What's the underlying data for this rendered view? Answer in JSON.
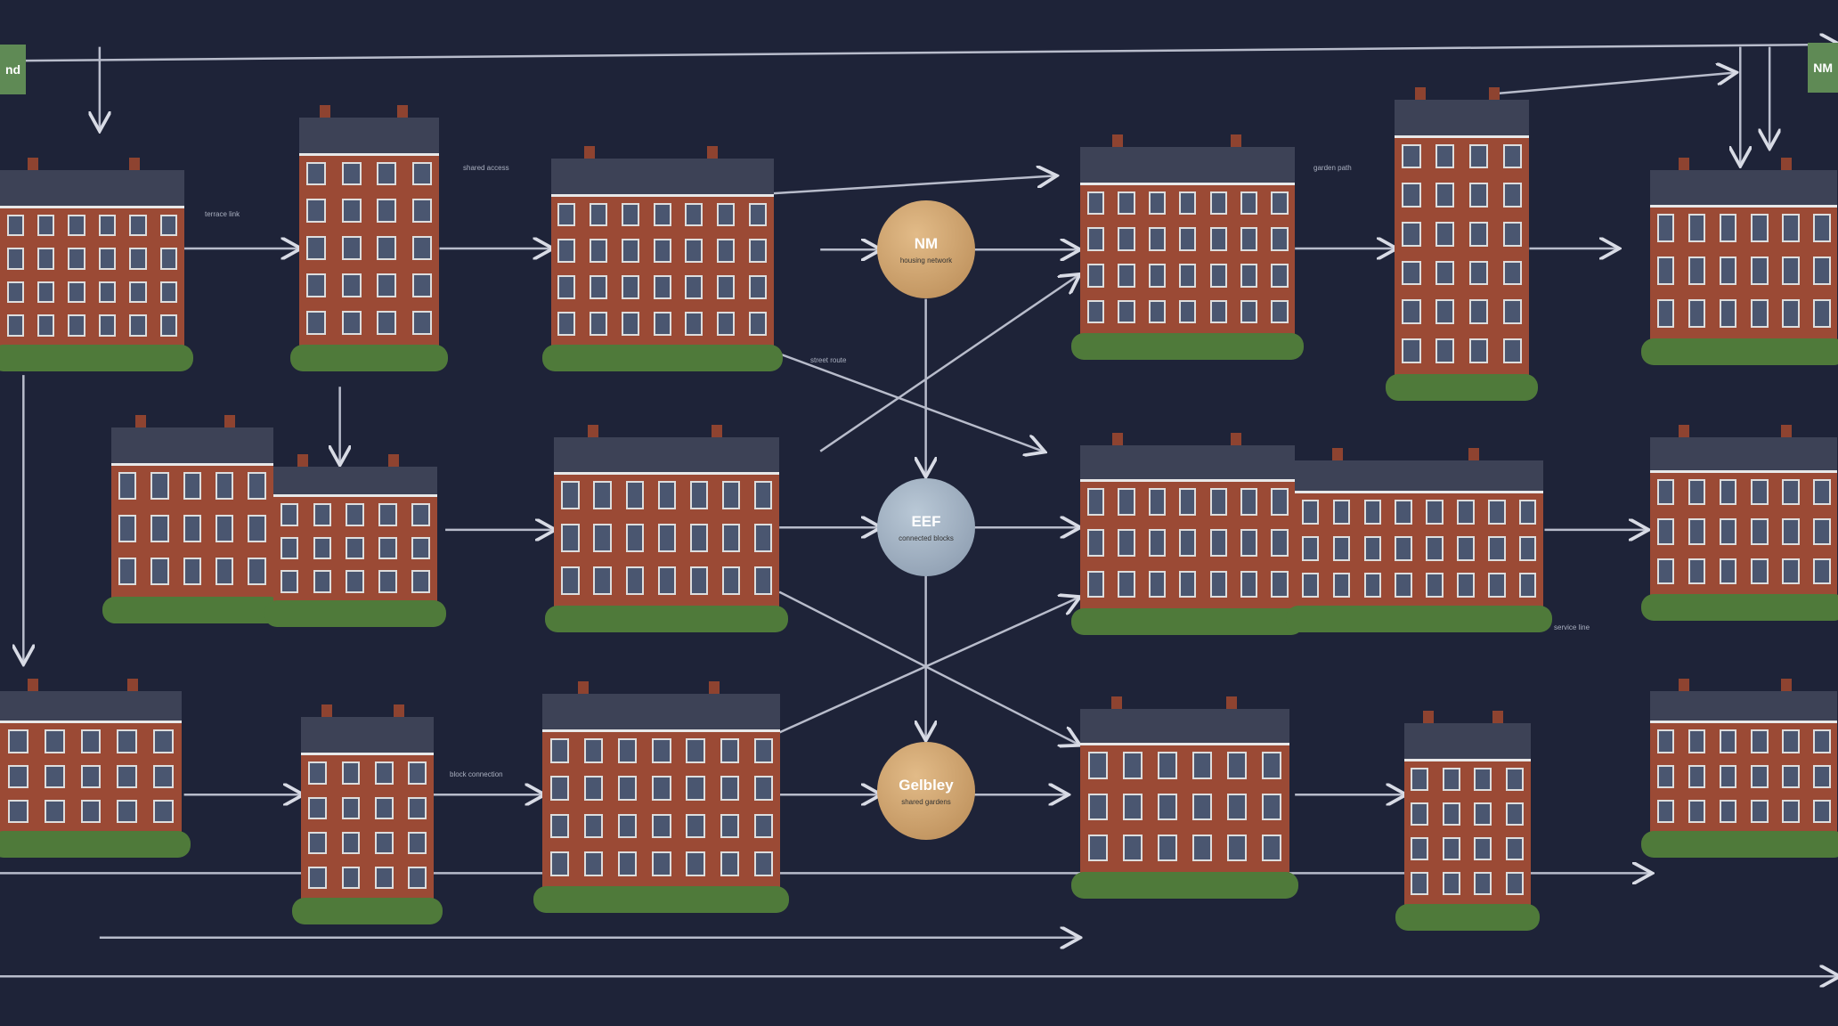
{
  "nodes": [
    {
      "title": "NM",
      "subtitle": "housing network"
    },
    {
      "title": "EEF",
      "subtitle": "connected blocks"
    },
    {
      "title": "Gelbley",
      "subtitle": "shared gardens"
    }
  ],
  "tags": {
    "left": "nd",
    "right": "NM"
  },
  "labels": [
    "terrace link",
    "shared access",
    "street route",
    "garden path",
    "service line",
    "block connection"
  ],
  "colors": {
    "background": "#1e2338",
    "brick": "#9b4a35",
    "gold": "#c9a06a",
    "steel": "#9aaabb",
    "green": "#5f8a55"
  }
}
